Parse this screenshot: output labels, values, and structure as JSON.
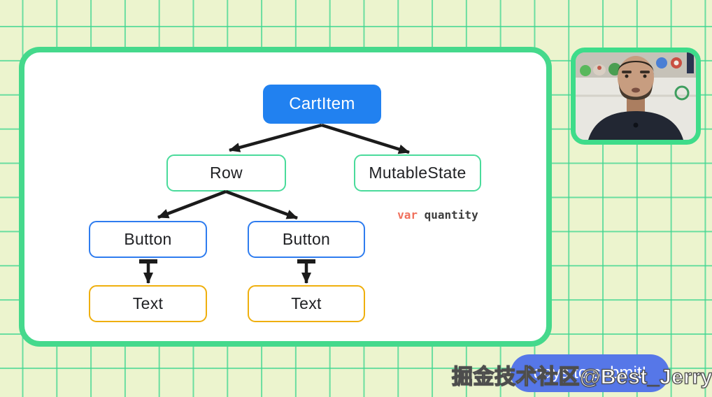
{
  "diagram": {
    "title_node": "CartItem",
    "nodes": [
      {
        "id": "cartitem",
        "label": "CartItem",
        "style": "filled-blue"
      },
      {
        "id": "row",
        "label": "Row",
        "style": "outline-green"
      },
      {
        "id": "mutablestate",
        "label": "MutableState",
        "style": "outline-green"
      },
      {
        "id": "button-1",
        "label": "Button",
        "style": "outline-blue"
      },
      {
        "id": "button-2",
        "label": "Button",
        "style": "outline-blue"
      },
      {
        "id": "text-1",
        "label": "Text",
        "style": "outline-yellow"
      },
      {
        "id": "text-2",
        "label": "Text",
        "style": "outline-yellow"
      }
    ],
    "edges": [
      {
        "from": "cartitem",
        "to": "row"
      },
      {
        "from": "cartitem",
        "to": "mutablestate"
      },
      {
        "from": "row",
        "to": "button-1"
      },
      {
        "from": "row",
        "to": "button-2"
      },
      {
        "from": "button-1",
        "to": "text-1"
      },
      {
        "from": "button-2",
        "to": "text-2"
      }
    ],
    "annotation": {
      "keyword": "var",
      "identifier": " quantity"
    }
  },
  "webcam": {
    "content": "presenter"
  },
  "caption": {
    "text": "days to submit!"
  },
  "watermark": {
    "text": "掘金技术社区@Best_Jerry"
  },
  "colors": {
    "background": "#ECF4CE",
    "grid_line": "#3ED690",
    "panel_border": "#45D98C",
    "node_blue_fill": "#2181F0",
    "node_green_border": "#4ADB9B",
    "node_blue_border": "#2E7CEF",
    "node_yellow_border": "#EFAF0D",
    "arrow": "#1B1B1B",
    "keyword_orange": "#F0705C",
    "code_dark": "#3C3C3C",
    "caption_blue": "#5677E8"
  }
}
